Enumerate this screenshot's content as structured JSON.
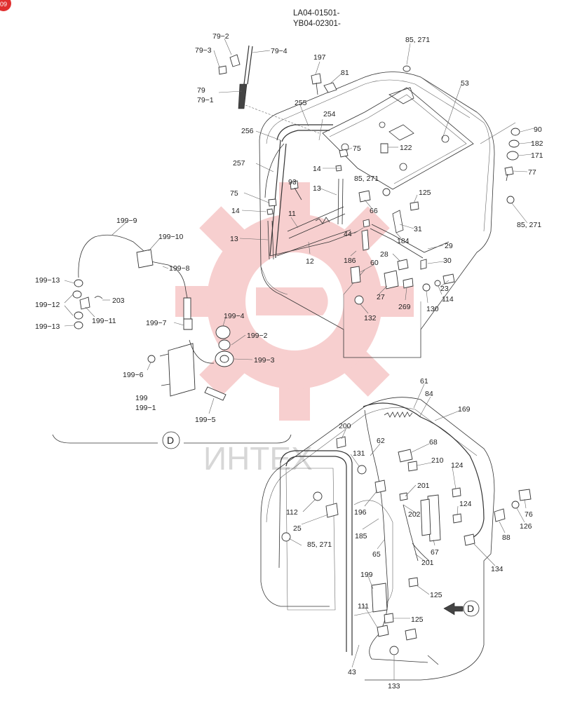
{
  "header": {
    "code_line_1": "LA04-01501-",
    "code_line_2": "YB04-02301-"
  },
  "watermark": {
    "text": "ИНТЕХ",
    "color": "#f2a8a8"
  },
  "corner_badge": {
    "text": "09",
    "color": "#e03030"
  },
  "detail": {
    "letter": "D",
    "arrow_letter": "D"
  },
  "labels": {
    "l79_2": "79−2",
    "l79_3": "79−3",
    "l79_4": "79−4",
    "l79": "79",
    "l79_1": "79−1",
    "l197": "197",
    "l81": "81",
    "l85_271_top": "85, 271",
    "l53": "53",
    "l255": "255",
    "l254": "254",
    "l256": "256",
    "l75_a": "75",
    "l122": "122",
    "l90": "90",
    "l182": "182",
    "l171": "171",
    "l77": "77",
    "l257": "257",
    "l14_a": "14",
    "l93": "93",
    "l13_a": "13",
    "l85_271_mid": "85, 271",
    "l125_top": "125",
    "l75_b": "75",
    "l66": "66",
    "l14_b": "14",
    "l11": "11",
    "l85_271_right": "85, 271",
    "l31": "31",
    "l44": "44",
    "l13_b": "13",
    "l184": "184",
    "l29": "29",
    "l12": "12",
    "l186": "186",
    "l28": "28",
    "l60": "60",
    "l30": "30",
    "l23": "23",
    "l27": "27",
    "l269": "269",
    "l114": "114",
    "l130": "130",
    "l132": "132",
    "l199_9": "199−9",
    "l199_10": "199−10",
    "l199_8": "199−8",
    "l199_13_a": "199−13",
    "l199_12": "199−12",
    "l203": "203",
    "l199_11": "199−11",
    "l199_13_b": "199−13",
    "l199_7": "199−7",
    "l199_4": "199−4",
    "l199_2": "199−2",
    "l199_3": "199−3",
    "l199_6": "199−6",
    "l199": "199",
    "l199_1": "199−1",
    "l199_5": "199−5",
    "l61": "61",
    "l84": "84",
    "l169": "169",
    "l200": "200",
    "l62": "62",
    "l68": "68",
    "l131": "131",
    "l210": "210",
    "l124_a": "124",
    "l201_a": "201",
    "l112": "112",
    "l76": "76",
    "l196": "196",
    "l124_b": "124",
    "l25": "25",
    "l202": "202",
    "l126": "126",
    "l185": "185",
    "l88": "88",
    "l85_271_bottom": "85, 271",
    "l67": "67",
    "l65": "65",
    "l201_b": "201",
    "l134": "134",
    "l199_b": "199",
    "l125_mid": "125",
    "l111": "111",
    "l125_low": "125",
    "l43": "43",
    "l133": "133"
  }
}
